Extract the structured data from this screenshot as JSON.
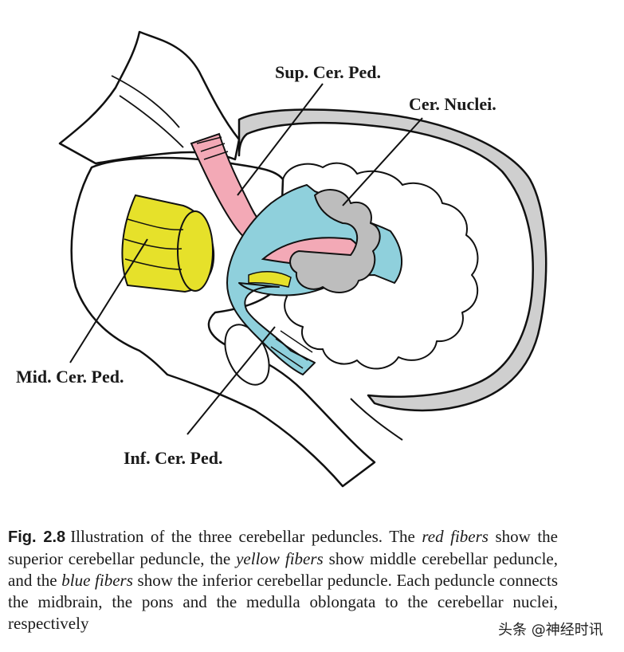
{
  "labels": {
    "sup": "Sup. Cer. Ped.",
    "nuclei": "Cer. Nuclei.",
    "mid": "Mid. Cer. Ped.",
    "inf": "Inf. Cer. Ped."
  },
  "caption": {
    "fig_number": "Fig. 2.8",
    "part1": "Illustration of the three cerebellar peduncles. The ",
    "red_fibers": "red fibers",
    "part2": " show the superior cerebellar peduncle, the ",
    "yellow_fibers": "yellow fibers",
    "part3": " show middle cerebellar peduncle, and the ",
    "blue_fibers": "blue fibers",
    "part4": " show the inferior cerebellar peduncle. Each peduncle connects the midbrain, the pons and the medulla oblongata to the cerebellar nuclei, respectively"
  },
  "watermark": "头条 @神经时讯",
  "colors": {
    "superior_peduncle": "#f3a9b6",
    "middle_peduncle": "#e6e12a",
    "inferior_peduncle": "#8fd0dc",
    "cerebellar_nuclei": "#bdbdbd",
    "cerebellum_outline": "#cfcfcf",
    "line": "#111111"
  }
}
